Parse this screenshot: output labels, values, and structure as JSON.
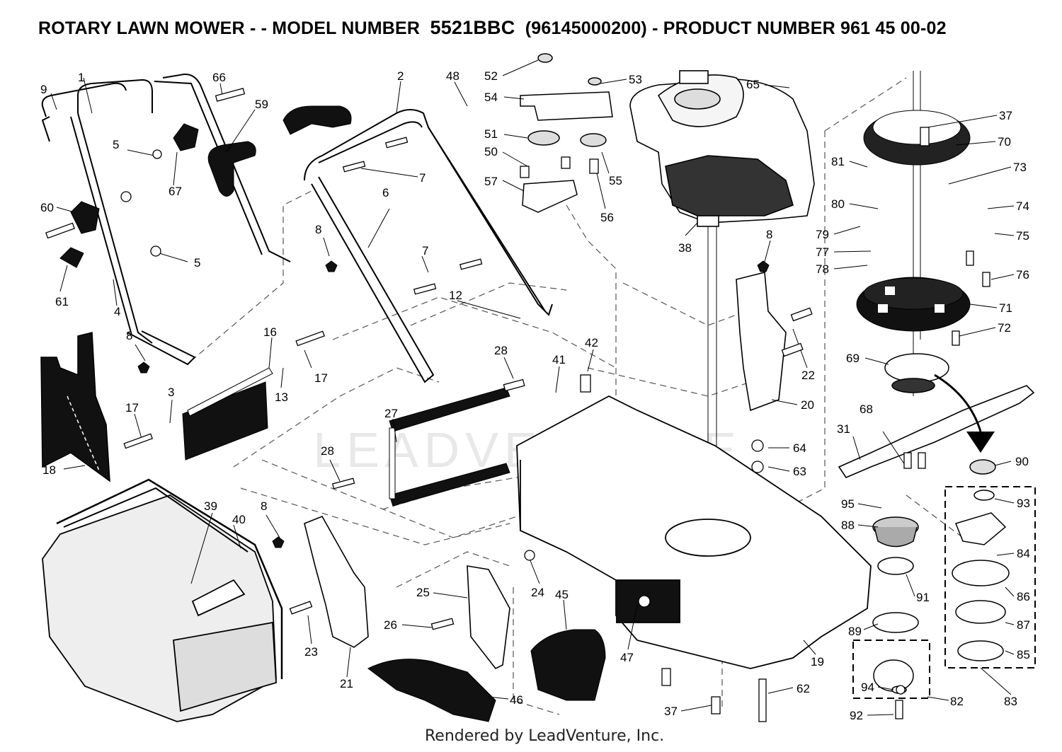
{
  "header": {
    "title_prefix": "ROTARY LAWN MOWER - - MODEL NUMBER",
    "model": "5521BBC",
    "title_suffix": "(96145000200) - PRODUCT NUMBER 961 45 00-02"
  },
  "watermark": "LEADVENTURE",
  "footer": {
    "text": "Rendered by LeadVenture, Inc."
  },
  "callouts": [
    {
      "id": "c9",
      "text": "9"
    },
    {
      "id": "c1",
      "text": "1"
    },
    {
      "id": "c66",
      "text": "66"
    },
    {
      "id": "c59",
      "text": "59"
    },
    {
      "id": "c2",
      "text": "2"
    },
    {
      "id": "c48",
      "text": "48"
    },
    {
      "id": "c52",
      "text": "52"
    },
    {
      "id": "c53",
      "text": "53"
    },
    {
      "id": "c54",
      "text": "54"
    },
    {
      "id": "c51",
      "text": "51"
    },
    {
      "id": "c50",
      "text": "50"
    },
    {
      "id": "c55",
      "text": "55"
    },
    {
      "id": "c57",
      "text": "57"
    },
    {
      "id": "c56",
      "text": "56"
    },
    {
      "id": "c65",
      "text": "65"
    },
    {
      "id": "c37a",
      "text": "37"
    },
    {
      "id": "c70",
      "text": "70"
    },
    {
      "id": "c73",
      "text": "73"
    },
    {
      "id": "c81",
      "text": "81"
    },
    {
      "id": "c74",
      "text": "74"
    },
    {
      "id": "c80",
      "text": "80"
    },
    {
      "id": "c75",
      "text": "75"
    },
    {
      "id": "c79",
      "text": "79"
    },
    {
      "id": "c77",
      "text": "77"
    },
    {
      "id": "c78",
      "text": "78"
    },
    {
      "id": "c76",
      "text": "76"
    },
    {
      "id": "c71",
      "text": "71"
    },
    {
      "id": "c72",
      "text": "72"
    },
    {
      "id": "c5a",
      "text": "5"
    },
    {
      "id": "c67",
      "text": "67"
    },
    {
      "id": "c60",
      "text": "60"
    },
    {
      "id": "c5b",
      "text": "5"
    },
    {
      "id": "c61",
      "text": "61"
    },
    {
      "id": "c4",
      "text": "4"
    },
    {
      "id": "c7a",
      "text": "7"
    },
    {
      "id": "c6",
      "text": "6"
    },
    {
      "id": "c8a",
      "text": "8"
    },
    {
      "id": "c7b",
      "text": "7"
    },
    {
      "id": "c12",
      "text": "12"
    },
    {
      "id": "c38",
      "text": "38"
    },
    {
      "id": "c8b",
      "text": "8"
    },
    {
      "id": "c22",
      "text": "22"
    },
    {
      "id": "c20",
      "text": "20"
    },
    {
      "id": "c69",
      "text": "69"
    },
    {
      "id": "c8c",
      "text": "8"
    },
    {
      "id": "c16",
      "text": "16"
    },
    {
      "id": "c17a",
      "text": "17"
    },
    {
      "id": "c13",
      "text": "13"
    },
    {
      "id": "c3",
      "text": "3"
    },
    {
      "id": "c17b",
      "text": "17"
    },
    {
      "id": "c18",
      "text": "18"
    },
    {
      "id": "c28a",
      "text": "28"
    },
    {
      "id": "c41",
      "text": "41"
    },
    {
      "id": "c42",
      "text": "42"
    },
    {
      "id": "c27",
      "text": "27"
    },
    {
      "id": "c28b",
      "text": "28"
    },
    {
      "id": "c64",
      "text": "64"
    },
    {
      "id": "c63",
      "text": "63"
    },
    {
      "id": "c68",
      "text": "68"
    },
    {
      "id": "c31",
      "text": "31"
    },
    {
      "id": "c90",
      "text": "90"
    },
    {
      "id": "c95",
      "text": "95"
    },
    {
      "id": "c93",
      "text": "93"
    },
    {
      "id": "c88",
      "text": "88"
    },
    {
      "id": "c84",
      "text": "84"
    },
    {
      "id": "c39",
      "text": "39"
    },
    {
      "id": "c40",
      "text": "40"
    },
    {
      "id": "c8d",
      "text": "8"
    },
    {
      "id": "c91",
      "text": "91"
    },
    {
      "id": "c86",
      "text": "86"
    },
    {
      "id": "c25",
      "text": "25"
    },
    {
      "id": "c24",
      "text": "24"
    },
    {
      "id": "c45",
      "text": "45"
    },
    {
      "id": "c89",
      "text": "89"
    },
    {
      "id": "c87",
      "text": "87"
    },
    {
      "id": "c26",
      "text": "26"
    },
    {
      "id": "c23",
      "text": "23"
    },
    {
      "id": "c47",
      "text": "47"
    },
    {
      "id": "c19",
      "text": "19"
    },
    {
      "id": "c85",
      "text": "85"
    },
    {
      "id": "c21",
      "text": "21"
    },
    {
      "id": "c46",
      "text": "46"
    },
    {
      "id": "c62",
      "text": "62"
    },
    {
      "id": "c94",
      "text": "94"
    },
    {
      "id": "c82",
      "text": "82"
    },
    {
      "id": "c83",
      "text": "83"
    },
    {
      "id": "c37b",
      "text": "37"
    },
    {
      "id": "c92",
      "text": "92"
    }
  ]
}
